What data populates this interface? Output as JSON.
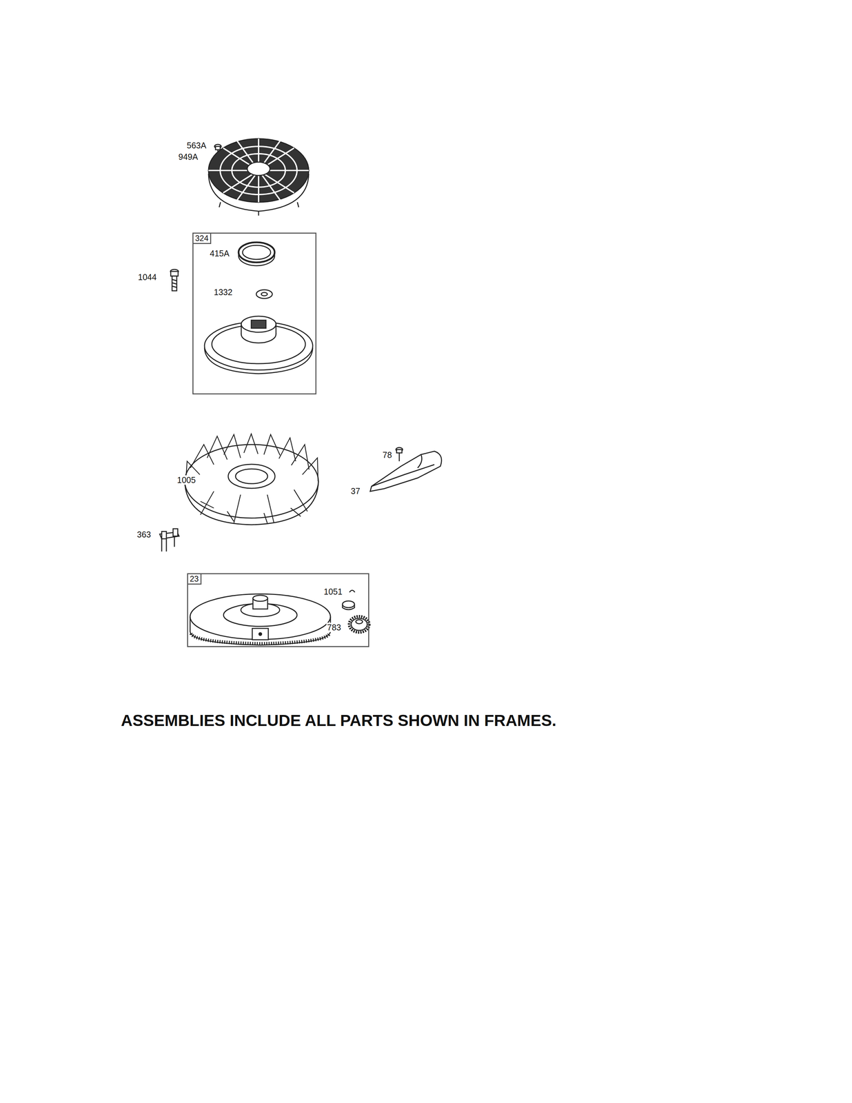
{
  "diagram": {
    "caption": "ASSEMBLIES INCLUDE ALL PARTS SHOWN IN FRAMES.",
    "nodes": [
      {
        "text": [
          "324",
          "415A",
          "1332"
        ]
      },
      {
        "text": [
          "23",
          "1051",
          "783"
        ]
      }
    ],
    "labels": [
      "563A",
      "949A",
      "1044",
      "1005",
      "78",
      "37",
      "363"
    ]
  }
}
